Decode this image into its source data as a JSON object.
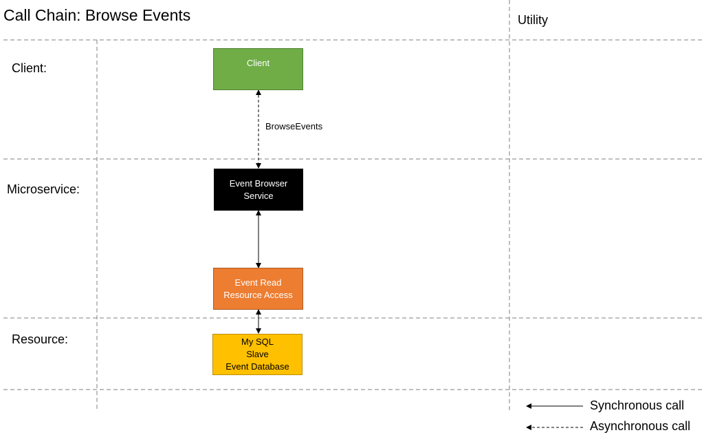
{
  "title": "Call Chain: Browse Events",
  "utility_label": "Utility",
  "lanes": {
    "client": "Client:",
    "microservice": "Microservice:",
    "resource": "Resource:"
  },
  "nodes": {
    "client": {
      "lines": [
        "Client"
      ],
      "fill": "#70ad47",
      "border": "#507e32",
      "text_color": "#ffffff"
    },
    "event_browser": {
      "lines": [
        "Event Browser",
        "Service"
      ],
      "fill": "#000000",
      "border": "#000000",
      "text_color": "#ffffff"
    },
    "event_read": {
      "lines": [
        "Event Read",
        "Resource Access"
      ],
      "fill": "#ed7d31",
      "border": "#ae5a21",
      "text_color": "#ffffff"
    },
    "database": {
      "lines": [
        "My SQL",
        "Slave",
        "Event Database"
      ],
      "fill": "#ffc000",
      "border": "#bc8c00",
      "text_color": "#000000"
    }
  },
  "edges": {
    "browse_events": {
      "label": "BrowseEvents",
      "style": "dashed"
    }
  },
  "legend": {
    "sync": "Synchronous call",
    "async": "Asynchronous call"
  },
  "colors": {
    "gridline": "#7f7f7f",
    "arrow": "#000000"
  }
}
